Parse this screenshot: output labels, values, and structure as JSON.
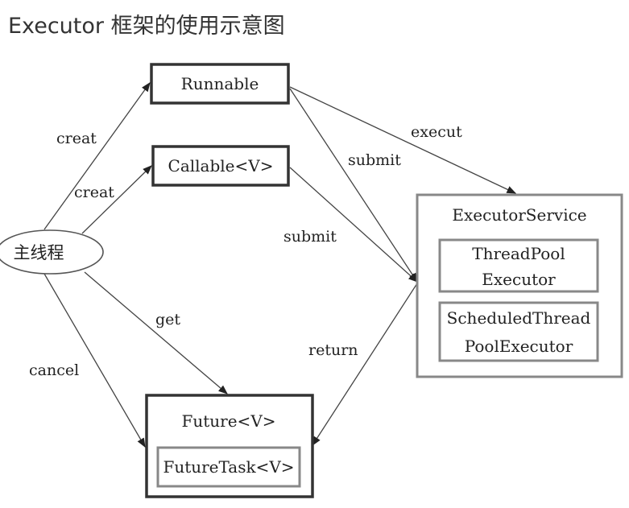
{
  "title": "Executor 框架的使用示意图",
  "nodes": {
    "main_thread": "主线程",
    "runnable": "Runnable",
    "callable": "Callable<V>",
    "executor_service": "ExecutorService",
    "thread_pool_executor": [
      "ThreadPool",
      "Executor"
    ],
    "scheduled_thread_pool_executor": [
      "ScheduledThread",
      "PoolExecutor"
    ],
    "future": "Future<V>",
    "future_task": "FutureTask<V>"
  },
  "edges": {
    "creat_runnable": "creat",
    "creat_callable": "creat",
    "execut": "execut",
    "submit_runnable": "submit",
    "submit_callable": "submit",
    "get": "get",
    "return": "return",
    "cancel": "cancel"
  }
}
